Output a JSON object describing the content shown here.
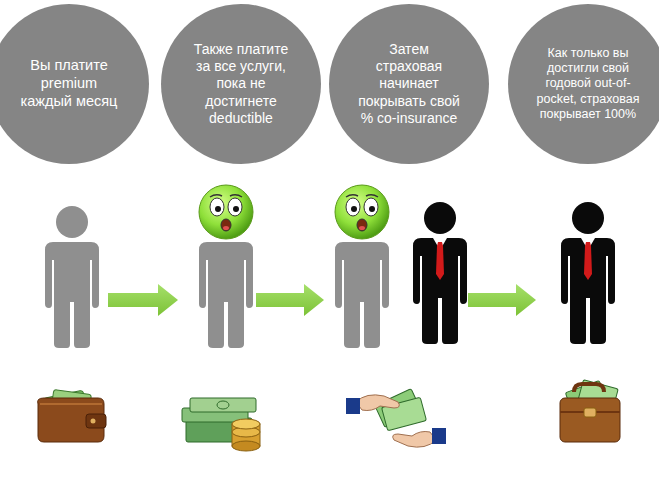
{
  "diagram": {
    "nodes": [
      {
        "text": [
          "Вы платите premium каждый месяц"
        ]
      },
      {
        "text": [
          "Также платите за все услуги, пока не достигнете deductible"
        ]
      },
      {
        "text": [
          "Затем страховая начинает покрывать свой % co-insurance"
        ]
      },
      {
        "text": [
          "Как только вы достигли свой годовой out-of-pocket, страховая покрывает 100%"
        ]
      }
    ]
  }
}
